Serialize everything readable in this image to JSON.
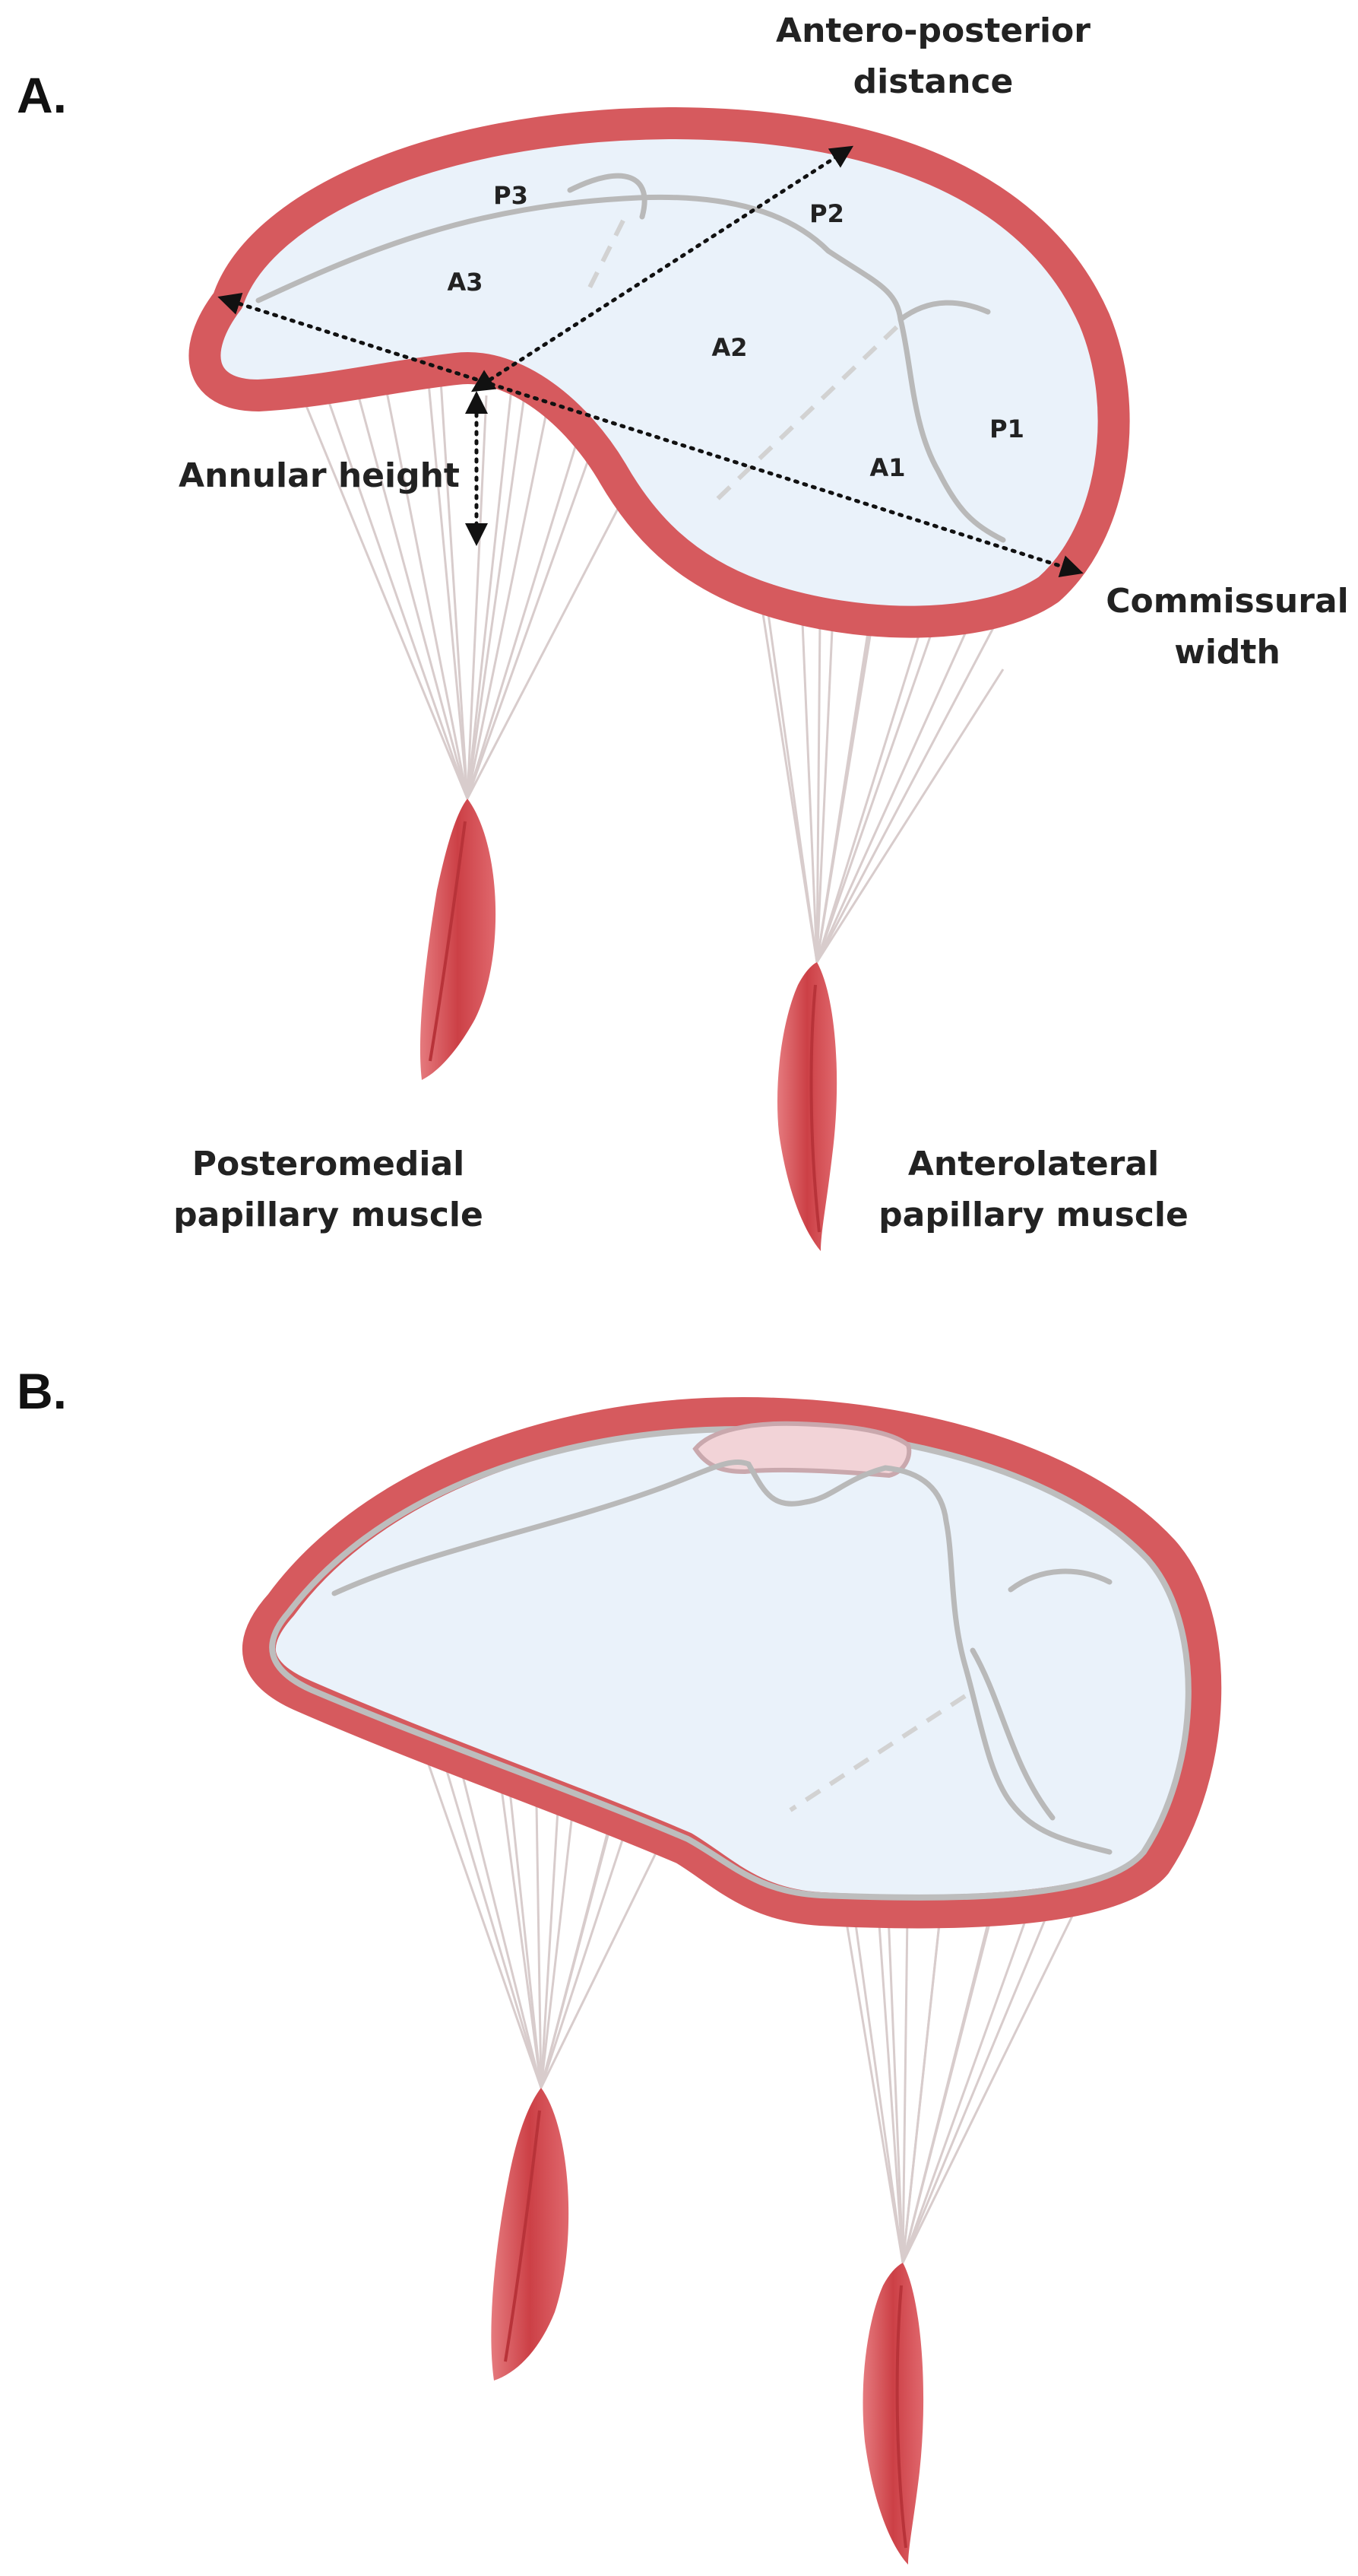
{
  "colors": {
    "annulus": "#d65a5e",
    "leaflet_fill": "#eaf2fa",
    "muscle": "#d9565b",
    "muscle_dark": "#c23d43",
    "chordae": "#d8cccc",
    "text": "#222222"
  },
  "panel_a": {
    "letter": "A.",
    "labels": {
      "antero_posterior_1": "Antero-posterior",
      "antero_posterior_2": "distance",
      "annular_height": "Annular height",
      "commissural_1": "Commissural",
      "commissural_2": "width",
      "posteromedial_1": "Posteromedial",
      "posteromedial_2": "papillary muscle",
      "anterolateral_1": "Anterolateral",
      "anterolateral_2": "papillary muscle"
    },
    "segments": {
      "p1": "P1",
      "p2": "P2",
      "p3": "P3",
      "a1": "A1",
      "a2": "A2",
      "a3": "A3"
    }
  },
  "panel_b": {
    "letter": "B."
  }
}
